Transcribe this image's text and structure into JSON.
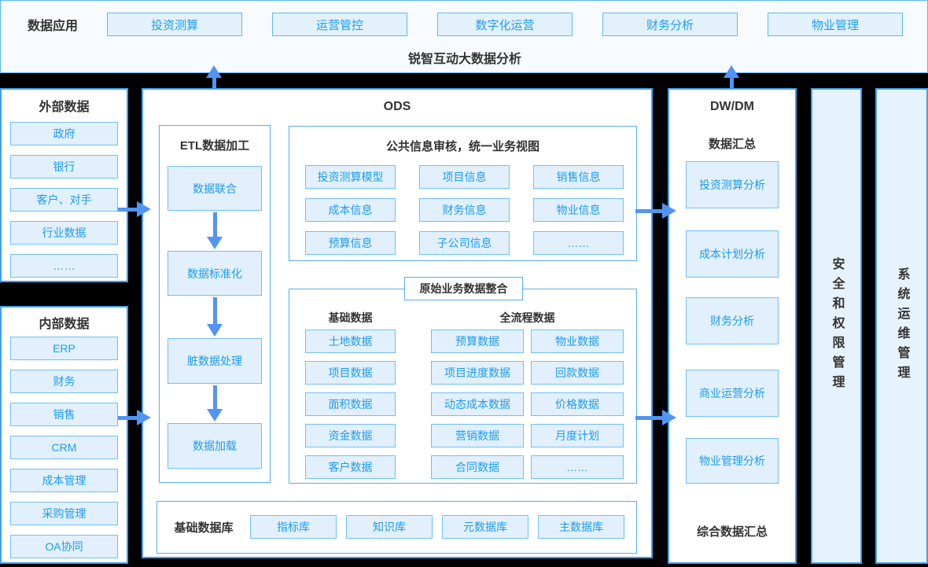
{
  "colors": {
    "background": "#000000",
    "panel_bg": "#ffffff",
    "panel_border": "#41a0ee",
    "item_bg": "#e1f0fc",
    "item_border": "#6fc0f5",
    "item_text": "#1e9bf0",
    "heading_text": "#333333",
    "arrow": "#5294f4",
    "sidebar_bg": "#e6f3fd"
  },
  "app_bar": {
    "label": "数据应用",
    "buttons": [
      "投资测算",
      "运营管控",
      "数字化运营",
      "财务分析",
      "物业管理"
    ],
    "title": "锐智互动大数据分析"
  },
  "external_data": {
    "title": "外部数据",
    "items": [
      "政府",
      "银行",
      "客户、对手",
      "行业数据",
      "……"
    ]
  },
  "internal_data": {
    "title": "内部数据",
    "items": [
      "ERP",
      "财务",
      "销售",
      "CRM",
      "成本管理",
      "采购管理",
      "OA协同"
    ]
  },
  "ods": {
    "title": "ODS",
    "etl": {
      "title": "ETL数据加工",
      "steps": [
        "数据联合",
        "数据标准化",
        "脏数据处理",
        "数据加载"
      ]
    },
    "common_info": {
      "title": "公共信息审核，统一业务视图",
      "items": [
        "投资测算模型",
        "项目信息",
        "销售信息",
        "成本信息",
        "财务信息",
        "物业信息",
        "预算信息",
        "子公司信息",
        "……"
      ]
    },
    "raw_business": {
      "title": "原始业务数据整合",
      "base": {
        "title": "基础数据",
        "items": [
          "土地数据",
          "项目数据",
          "面积数据",
          "资金数据",
          "客户数据"
        ]
      },
      "full_process": {
        "title": "全流程数据",
        "col1": [
          "预算数据",
          "项目进度数据",
          "动态成本数据",
          "营销数据",
          "合同数据"
        ],
        "col2": [
          "物业数据",
          "回款数据",
          "价格数据",
          "月度计划",
          "……"
        ]
      }
    },
    "base_db": {
      "title": "基础数据库",
      "items": [
        "指标库",
        "知识库",
        "元数据库",
        "主数据库"
      ]
    }
  },
  "dwdm": {
    "title": "DW/DM",
    "subtitle": "数据汇总",
    "items": [
      "投资测算分析",
      "成本计划分析",
      "财务分析",
      "商业运营分析",
      "物业管理分析"
    ],
    "footer": "综合数据汇总"
  },
  "side_bars": [
    {
      "label": "安全和权限管理"
    },
    {
      "label": "系统运维管理"
    }
  ]
}
